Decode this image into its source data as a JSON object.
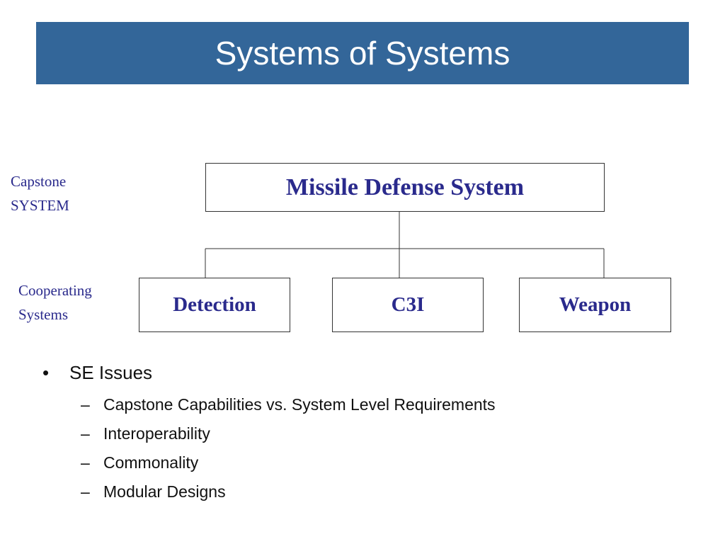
{
  "slide": {
    "title": "Systems of Systems",
    "title_bar_color": "#336699"
  },
  "labels": {
    "capstone_line1": "Capstone",
    "capstone_line2": "SYSTEM",
    "cooperating_line1": "Cooperating",
    "cooperating_line2": "Systems"
  },
  "diagram": {
    "top": "Missile Defense System",
    "children": [
      "Detection",
      "C3I",
      "Weapon"
    ],
    "text_color": "#2a2a8c"
  },
  "issues": {
    "heading": "SE Issues",
    "bullet_mark": "•",
    "dash_mark": "–",
    "items": [
      "Capstone Capabilities vs. System Level Requirements",
      "Interoperability",
      "Commonality",
      "Modular Designs"
    ]
  }
}
